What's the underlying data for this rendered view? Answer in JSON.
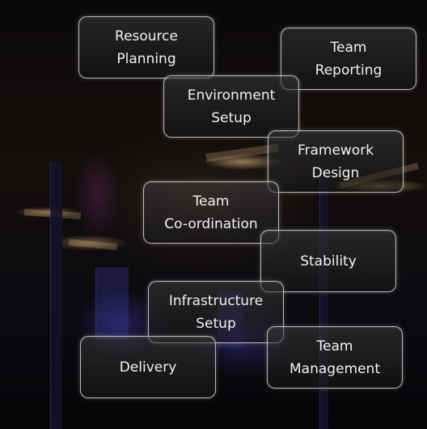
{
  "boxes": [
    {
      "id": "resource-planning",
      "label": "Resource\nPlanning"
    },
    {
      "id": "team-reporting",
      "label": "Team\nReporting"
    },
    {
      "id": "environment-setup",
      "label": "Environment\nSetup"
    },
    {
      "id": "framework-design",
      "label": "Framework\nDesign"
    },
    {
      "id": "team-coordination",
      "label": "Team\nCo-ordination"
    },
    {
      "id": "stability",
      "label": "Stability"
    },
    {
      "id": "infrastructure-setup",
      "label": "Infrastructure\nSetup"
    },
    {
      "id": "team-management",
      "label": "Team\nManagement"
    },
    {
      "id": "delivery",
      "label": "Delivery"
    }
  ]
}
